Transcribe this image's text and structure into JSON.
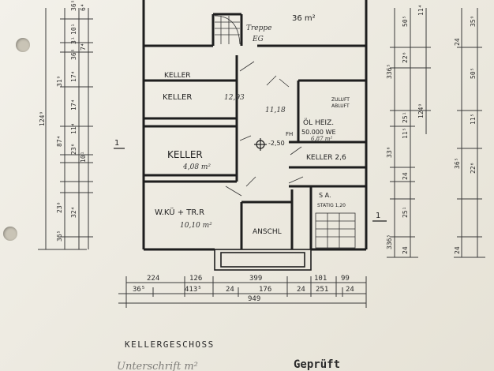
{
  "plan": {
    "rooms": {
      "top_area": "36 m²",
      "treppe": "Treppe",
      "eg": "EG",
      "keller_1": "KELLER",
      "keller_2": "KELLER",
      "keller_2_area": "12,93",
      "flur_area": "11,18",
      "oel_heiz": "ÖL HEIZ.",
      "oel_capacity": "50.000 WE",
      "oel_area": "6,87 m²",
      "zuluft": "ZULUFT",
      "abluft": "ABLUFT",
      "level": "-2,50",
      "fh": "FH",
      "keller_3": "KELLER",
      "keller_3_area": "4,08 m²",
      "keller_4": "KELLER 2,6",
      "wkue": "W.KÜ + TR.R",
      "wkue_area": "10,10 m²",
      "anschl": "ANSCHL",
      "sa": "S   A.",
      "sa_sub": "STATIG   1,20"
    },
    "section_marks": {
      "left": "1",
      "right": "1"
    },
    "left_dims": [
      "36⁵",
      "10¹",
      "3¹",
      "6⁴",
      "36⁵",
      "7⁴",
      "31⁹",
      "17⁴",
      "124⁹",
      "87⁴",
      "17⁴",
      "11⁴",
      "23⁶",
      "10¹",
      "23⁸",
      "32⁴",
      "36⁵"
    ],
    "right_dims": [
      "35⁹",
      "24",
      "50⁵",
      "11⁴",
      "336⁵",
      "22⁶",
      "25¹",
      "11⁵",
      "124⁹",
      "33⁶",
      "11⁵",
      "22⁶",
      "24",
      "25¹",
      "24",
      "24",
      "336⁵",
      "36⁵",
      "50⁵"
    ],
    "bottom_dims_row1": [
      "224",
      "126",
      "399",
      "101",
      "99"
    ],
    "bottom_dims_row2": [
      "36⁵",
      "413⁵",
      "24",
      "176",
      "24",
      "251",
      "24"
    ],
    "bottom_total": "949"
  },
  "footer": {
    "title": "KELLERGESCHOSS",
    "stamp": "Geprüft",
    "signature": "Unterschrift m²"
  }
}
